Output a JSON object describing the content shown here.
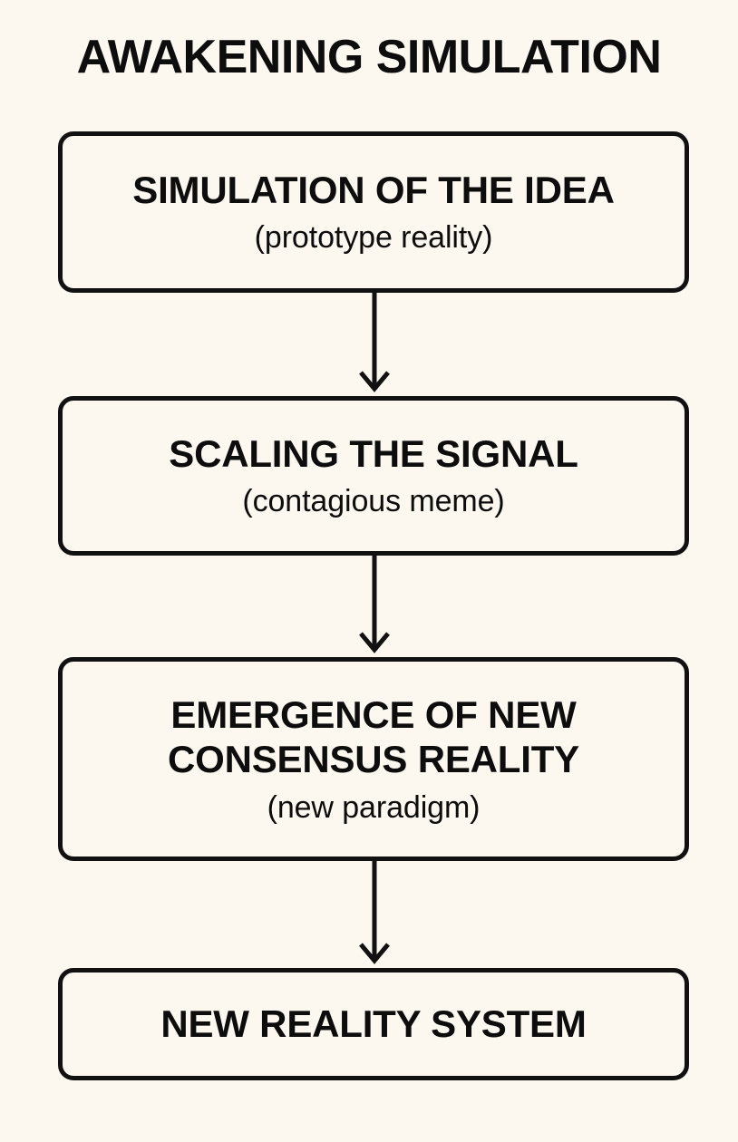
{
  "page": {
    "title": "AWAKENING SIMULATION",
    "background_color": "#FCF8F0",
    "ink_color": "#0D0D0D",
    "border_color": "#111111"
  },
  "chart_data": {
    "type": "diagram",
    "diagram_kind": "vertical-flowchart",
    "title": "AWAKENING SIMULATION",
    "orientation": "top-to-bottom",
    "node_count": 4,
    "connector_count": 3,
    "connector_style": "straight line with open chevron arrowhead",
    "nodes": [
      {
        "index": 1,
        "heading": "SIMULATION OF THE IDEA",
        "subtitle": "(prototype reality)",
        "shape": "rounded-rectangle"
      },
      {
        "index": 2,
        "heading": "SCALING THE SIGNAL",
        "subtitle": "(contagious meme)",
        "shape": "rounded-rectangle"
      },
      {
        "index": 3,
        "heading": "EMERGENCE OF NEW\nCONSENSUS REALITY",
        "subtitle": "(new paradigm)",
        "shape": "rounded-rectangle"
      },
      {
        "index": 4,
        "heading": "NEW REALITY SYSTEM",
        "subtitle": "",
        "shape": "rounded-rectangle"
      }
    ],
    "edges": [
      {
        "from": "SIMULATION OF THE IDEA",
        "to": "SCALING THE SIGNAL",
        "label": ""
      },
      {
        "from": "SCALING THE SIGNAL",
        "to": "EMERGENCE OF NEW CONSENSUS REALITY",
        "label": ""
      },
      {
        "from": "EMERGENCE OF NEW CONSENSUS REALITY",
        "to": "NEW REALITY SYSTEM",
        "label": ""
      }
    ]
  },
  "nodes": [
    {
      "heading": "SIMULATION OF THE IDEA",
      "subtitle": "(prototype reality)"
    },
    {
      "heading": "SCALING THE SIGNAL",
      "subtitle": "(contagious meme)"
    },
    {
      "heading": "EMERGENCE OF NEW\nCONSENSUS REALITY",
      "subtitle": "(new paradigm)"
    },
    {
      "heading": "NEW REALITY SYSTEM",
      "subtitle": ""
    }
  ],
  "connectors": [
    {
      "icon": "arrow-down-icon"
    },
    {
      "icon": "arrow-down-icon"
    },
    {
      "icon": "arrow-down-icon"
    }
  ]
}
